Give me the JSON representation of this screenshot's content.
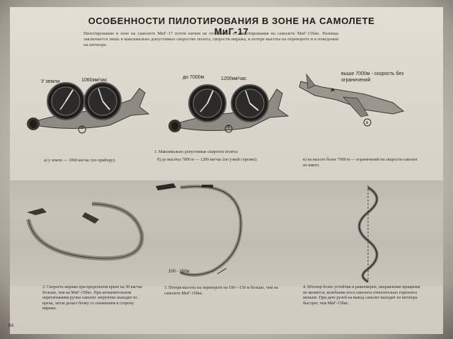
{
  "title": "ОСОБЕННОСТИ ПИЛОТИРОВАНИЯ В ЗОНЕ НА САМОЛЕТЕ МиГ-17",
  "intro": "Пилотирование в зоне на самолете МиГ-17 почти ничем не отличается от пилотирования на самолете МиГ-15бис. Разница заключается лишь в максимально допустимых скоростях полета, скорости виража, в потере высоты на перевороте и в поведении на штопоре.",
  "figure_a": {
    "label_ground": "У земли",
    "label_speed": "1060км/час",
    "marker": "а",
    "caption": "а) у земли — 1060 км/час (по прибору);"
  },
  "figure_b": {
    "label_alt": "до 7000м",
    "label_speed": "1200км/час",
    "marker": "б",
    "caption_heading": "1. Максимально допустимые скорости полета:",
    "caption": "б) до высоты 7000 м — 1200 км/час (по узкой стрелке);"
  },
  "figure_c": {
    "label": "выше 7000м - скорость без ограничений",
    "marker": "в",
    "caption": "в) на высоте более 7000 м — ограничений по скорости самолет не имеет."
  },
  "loop_label": "100 - 150м",
  "bottom_captions": [
    "2. Скорость виража при предельном крене на 30 км/час больше, чем на МиГ-15бис. При незначительном перетягивании ручки самолет энергично выходит из крена, затем делает бочку со снижением в сторону виража.",
    "3. Потеря высоты на перевороте на 100—150 м больше, чем на самолете МиГ-15бис.",
    "4. Штопор более устойчив и равномерен, направление вращения не меняется, колебания носа самолета относительно горизонта меньше. При даче рулей на вывод самолет выходит из штопора быстрее, чем МиГ-15бис."
  ],
  "page_number": "84"
}
